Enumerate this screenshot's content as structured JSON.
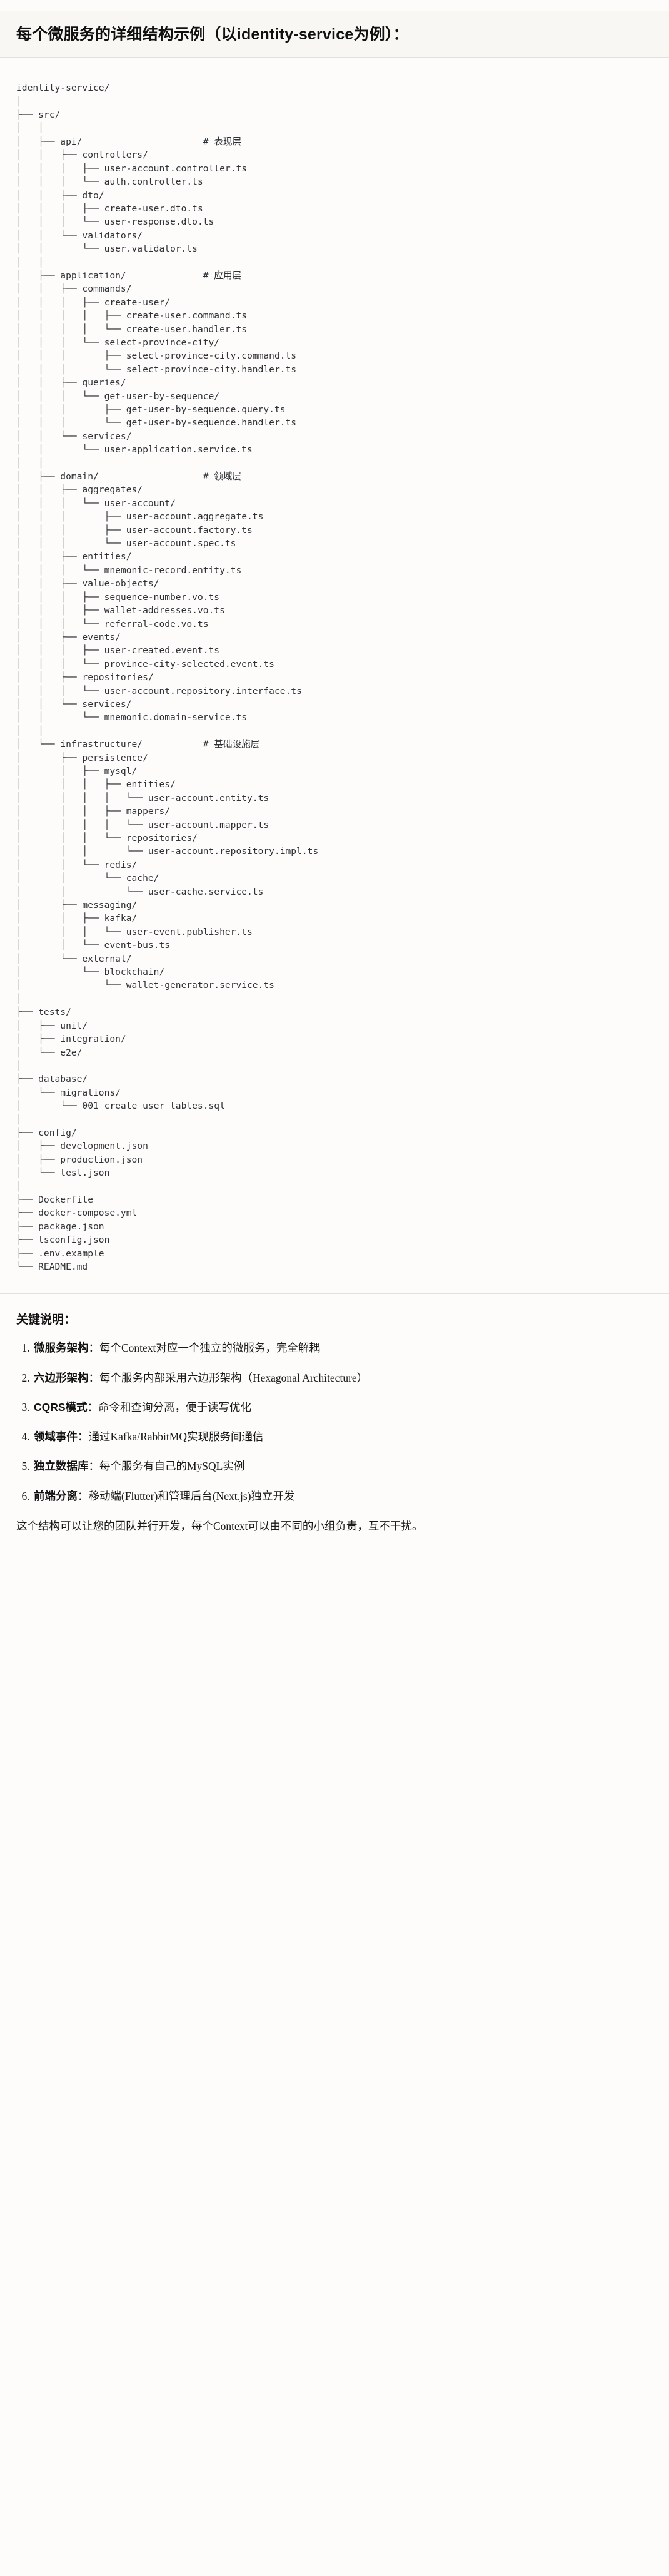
{
  "document": {
    "heading": "每个微服务的详细结构示例（以identity-service为例）："
  },
  "tree": {
    "root_label": "identity-service/",
    "comments": {
      "api": "# 表现层",
      "application": "# 应用层",
      "domain": "# 领域层",
      "infrastructure": "# 基础设施层"
    },
    "text": "identity-service/\n│\n├── src/\n│   │\n│   ├── api/                      # 表现层\n│   │   ├── controllers/\n│   │   │   ├── user-account.controller.ts\n│   │   │   └── auth.controller.ts\n│   │   ├── dto/\n│   │   │   ├── create-user.dto.ts\n│   │   │   └── user-response.dto.ts\n│   │   └── validators/\n│   │       └── user.validator.ts\n│   │\n│   ├── application/              # 应用层\n│   │   ├── commands/\n│   │   │   ├── create-user/\n│   │   │   │   ├── create-user.command.ts\n│   │   │   │   └── create-user.handler.ts\n│   │   │   └── select-province-city/\n│   │   │       ├── select-province-city.command.ts\n│   │   │       └── select-province-city.handler.ts\n│   │   ├── queries/\n│   │   │   └── get-user-by-sequence/\n│   │   │       ├── get-user-by-sequence.query.ts\n│   │   │       └── get-user-by-sequence.handler.ts\n│   │   └── services/\n│   │       └── user-application.service.ts\n│   │\n│   ├── domain/                   # 领域层\n│   │   ├── aggregates/\n│   │   │   └── user-account/\n│   │   │       ├── user-account.aggregate.ts\n│   │   │       ├── user-account.factory.ts\n│   │   │       └── user-account.spec.ts\n│   │   ├── entities/\n│   │   │   └── mnemonic-record.entity.ts\n│   │   ├── value-objects/\n│   │   │   ├── sequence-number.vo.ts\n│   │   │   ├── wallet-addresses.vo.ts\n│   │   │   └── referral-code.vo.ts\n│   │   ├── events/\n│   │   │   ├── user-created.event.ts\n│   │   │   └── province-city-selected.event.ts\n│   │   ├── repositories/\n│   │   │   └── user-account.repository.interface.ts\n│   │   └── services/\n│   │       └── mnemonic.domain-service.ts\n│   │\n│   └── infrastructure/           # 基础设施层\n│       ├── persistence/\n│       │   ├── mysql/\n│       │   │   ├── entities/\n│       │   │   │   └── user-account.entity.ts\n│       │   │   ├── mappers/\n│       │   │   │   └── user-account.mapper.ts\n│       │   │   └── repositories/\n│       │   │       └── user-account.repository.impl.ts\n│       │   └── redis/\n│       │       └── cache/\n│       │           └── user-cache.service.ts\n│       ├── messaging/\n│       │   ├── kafka/\n│       │   │   └── user-event.publisher.ts\n│       │   └── event-bus.ts\n│       └── external/\n│           └── blockchain/\n│               └── wallet-generator.service.ts\n│\n├── tests/\n│   ├── unit/\n│   ├── integration/\n│   └── e2e/\n│\n├── database/\n│   └── migrations/\n│       └── 001_create_user_tables.sql\n│\n├── config/\n│   ├── development.json\n│   ├── production.json\n│   └── test.json\n│\n├── Dockerfile\n├── docker-compose.yml\n├── package.json\n├── tsconfig.json\n├── .env.example\n└── README.md"
  },
  "notes": {
    "title": "关键说明：",
    "items": [
      {
        "term": "微服务架构",
        "text": "：每个Context对应一个独立的微服务，完全解耦"
      },
      {
        "term": "六边形架构",
        "text": "：每个服务内部采用六边形架构（Hexagonal Architecture）"
      },
      {
        "term": "CQRS模式",
        "text": "：命令和查询分离，便于读写优化"
      },
      {
        "term": "领域事件",
        "text": "：通过Kafka/RabbitMQ实现服务间通信"
      },
      {
        "term": "独立数据库",
        "text": "：每个服务有自己的MySQL实例"
      },
      {
        "term": "前端分离",
        "text": "：移动端(Flutter)和管理后台(Next.js)独立开发"
      }
    ],
    "closing": "这个结构可以让您的团队并行开发，每个Context可以由不同的小组负责，互不干扰。"
  },
  "colors": {
    "background": "#fdfcfa",
    "heading_background": "#f8f7f3",
    "text": "#1a1a1a",
    "code_text": "#2f3338",
    "comment_text": "#5b6068",
    "rule": "#e3e1dc"
  }
}
